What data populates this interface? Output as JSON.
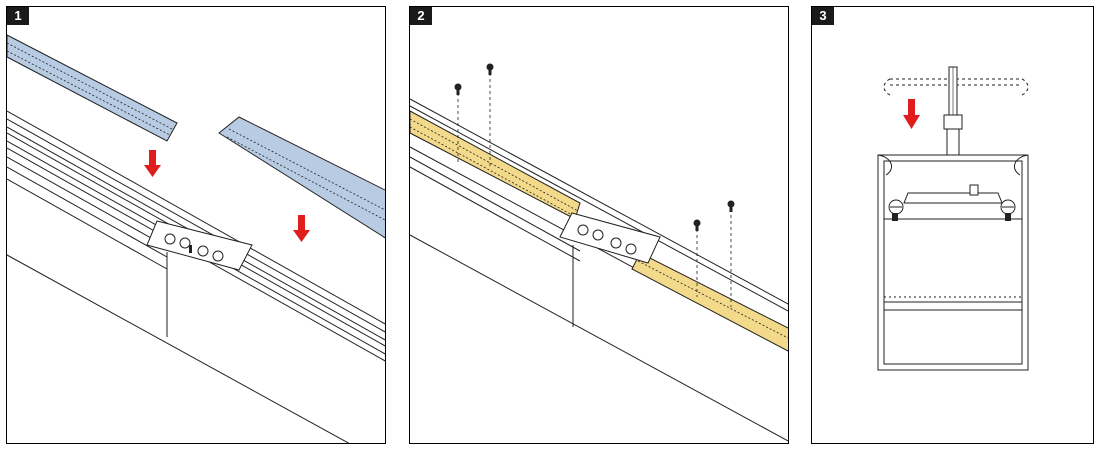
{
  "steps": [
    {
      "number": "1"
    },
    {
      "number": "2"
    },
    {
      "number": "3"
    }
  ],
  "colors": {
    "frame": "#000000",
    "led_module_blue": "#b7cbe3",
    "led_module_yellow": "#f3d98a",
    "arrow_red": "#e01c1c",
    "line": "#222222",
    "badge_bg": "#1a1a1a",
    "badge_text": "#ffffff"
  },
  "icons": [
    "down-arrow-icon",
    "screw-icon",
    "suspension-cable-icon"
  ]
}
